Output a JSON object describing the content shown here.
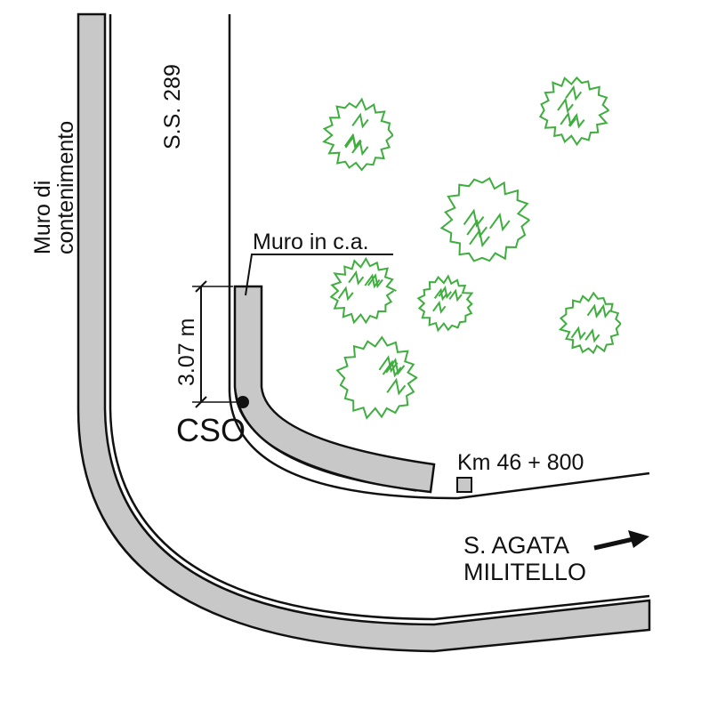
{
  "labels": {
    "retaining_wall": [
      "Muro di",
      "contenimento"
    ],
    "road": "S.S. 289",
    "concrete_wall": "Muro in c.a.",
    "dimension": "3.07 m",
    "point": "CSO",
    "kilometre": "Km 46 + 800",
    "destination": [
      "S. AGATA",
      "MILITELLO"
    ]
  },
  "colors": {
    "wall_fill": "#c8c8c8",
    "line": "#111111",
    "tree": "#3fae3f"
  },
  "icons": [
    "tree-icon",
    "arrow-right-icon",
    "marker-point-icon",
    "km-marker-icon"
  ]
}
